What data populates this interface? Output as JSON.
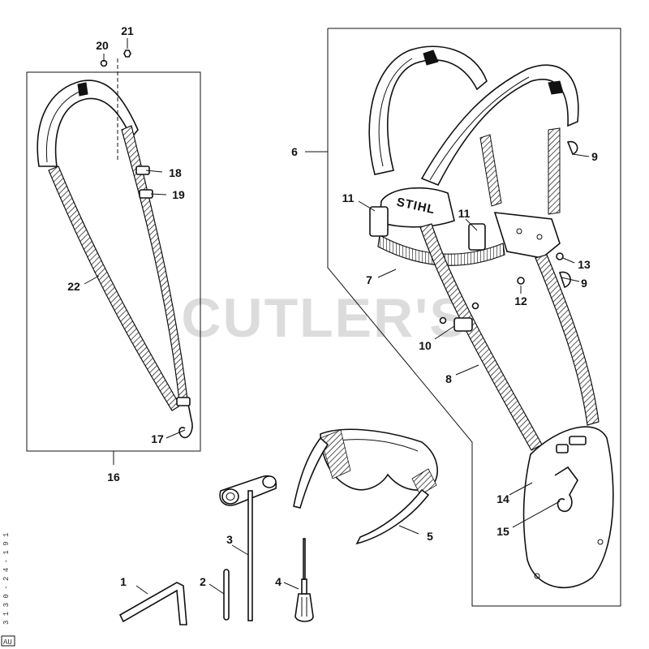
{
  "watermark": "CUTLER'S",
  "brand_on_harness": "STIHL",
  "side_code": "3 1 3 0 - 2 4 - 1 9 1",
  "corner_tag": "AU",
  "callouts": [
    "1",
    "2",
    "3",
    "4",
    "5",
    "6",
    "7",
    "8",
    "9",
    "9",
    "10",
    "11",
    "11",
    "12",
    "13",
    "14",
    "15",
    "16",
    "17",
    "18",
    "19",
    "20",
    "21",
    "22"
  ]
}
